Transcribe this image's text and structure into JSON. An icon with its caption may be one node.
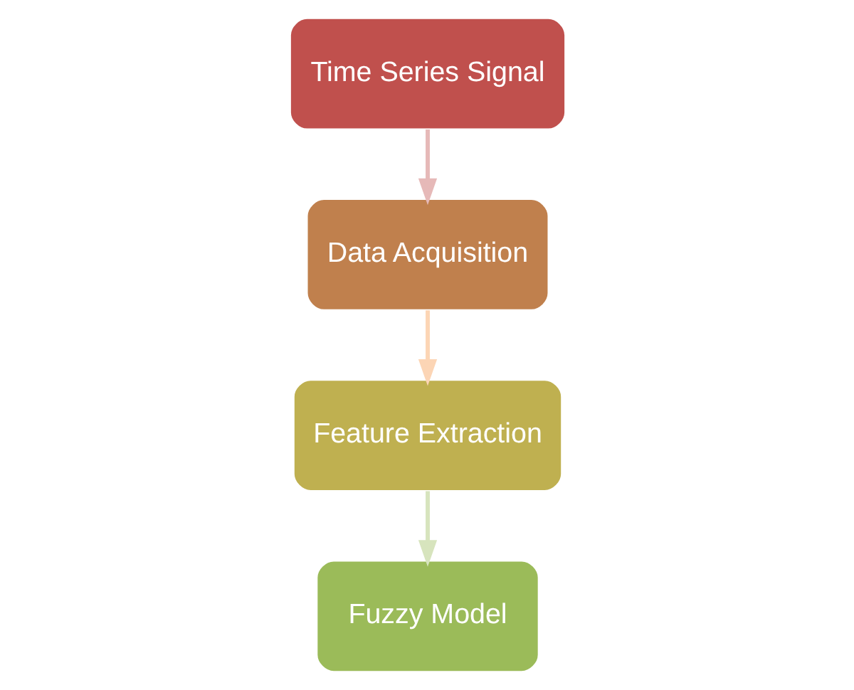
{
  "diagram": {
    "nodes": [
      {
        "text": [
          "Time Series Signal"
        ]
      },
      {
        "text": [
          "Data Acquisition"
        ]
      },
      {
        "text": [
          "Feature Extraction"
        ]
      },
      {
        "text": [
          "Fuzzy Model"
        ]
      }
    ],
    "edges": [
      {
        "from": 0,
        "to": 1,
        "arrow": "to",
        "color": "#e6b9b8"
      },
      {
        "from": 1,
        "to": 2,
        "arrow": "to",
        "color": "#fcd5b5"
      },
      {
        "from": 2,
        "to": 3,
        "arrow": "to",
        "color": "#d7e4bd"
      }
    ]
  }
}
